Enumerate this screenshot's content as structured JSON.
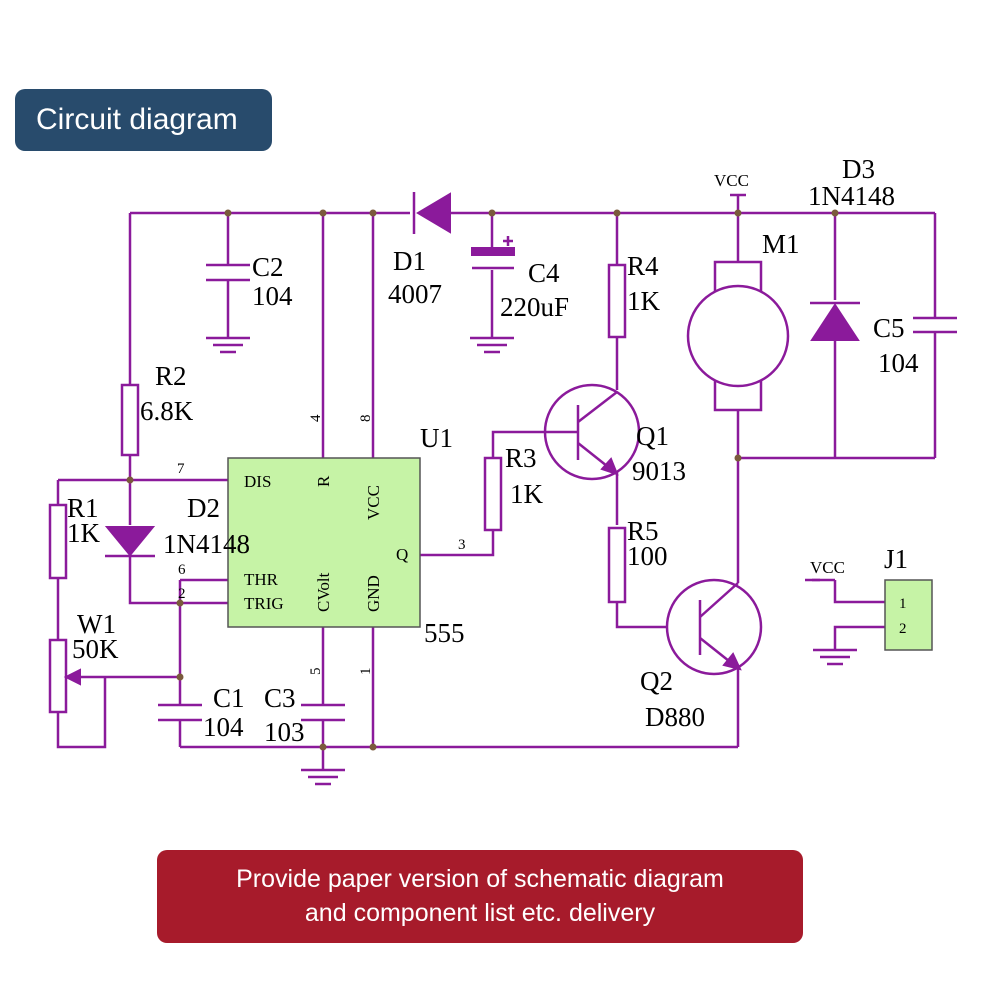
{
  "header": {
    "title": "Circuit diagram"
  },
  "footer": {
    "line1": "Provide paper version of schematic diagram",
    "line2": "and component list etc. delivery"
  },
  "colors": {
    "wire": "#8b1a9b",
    "ic_fill": "#c6f3a6",
    "title_bg": "#284b6c",
    "footer_bg": "#a71b2b"
  },
  "components": {
    "c2": {
      "ref": "C2",
      "value": "104"
    },
    "d1": {
      "ref": "D1",
      "value": "4007"
    },
    "c4": {
      "ref": "C4",
      "value": "220uF"
    },
    "r4": {
      "ref": "R4",
      "value": "1K"
    },
    "vcc_top": "VCC",
    "d3": {
      "ref": "D3",
      "value": "1N4148"
    },
    "m1": {
      "ref": "M1"
    },
    "c5": {
      "ref": "C5",
      "value": "104"
    },
    "r2": {
      "ref": "R2",
      "value": "6.8K"
    },
    "u1": {
      "ref": "U1",
      "type": "555",
      "pins": {
        "dis": "DIS",
        "r": "R",
        "vcc": "VCC",
        "q": "Q",
        "thr": "THR",
        "trig": "TRIG",
        "cvolt": "CVolt",
        "gnd": "GND"
      },
      "numbers": {
        "p7": "7",
        "p4": "4",
        "p8": "8",
        "p3": "3",
        "p6": "6",
        "p2": "2",
        "p5": "5",
        "p1": "1"
      }
    },
    "q1": {
      "ref": "Q1",
      "value": "9013"
    },
    "r3": {
      "ref": "R3",
      "value": "1K"
    },
    "r1": {
      "ref": "R1",
      "value": "1K"
    },
    "d2": {
      "ref": "D2",
      "value": "1N4148"
    },
    "r5": {
      "ref": "R5",
      "value": "100"
    },
    "w1": {
      "ref": "W1",
      "value": "50K"
    },
    "c1": {
      "ref": "C1",
      "value": "104"
    },
    "c3": {
      "ref": "C3",
      "value": "103"
    },
    "q2": {
      "ref": "Q2",
      "value": "D880"
    },
    "j1": {
      "ref": "J1",
      "vcc": "VCC",
      "pin1": "1",
      "pin2": "2"
    }
  }
}
